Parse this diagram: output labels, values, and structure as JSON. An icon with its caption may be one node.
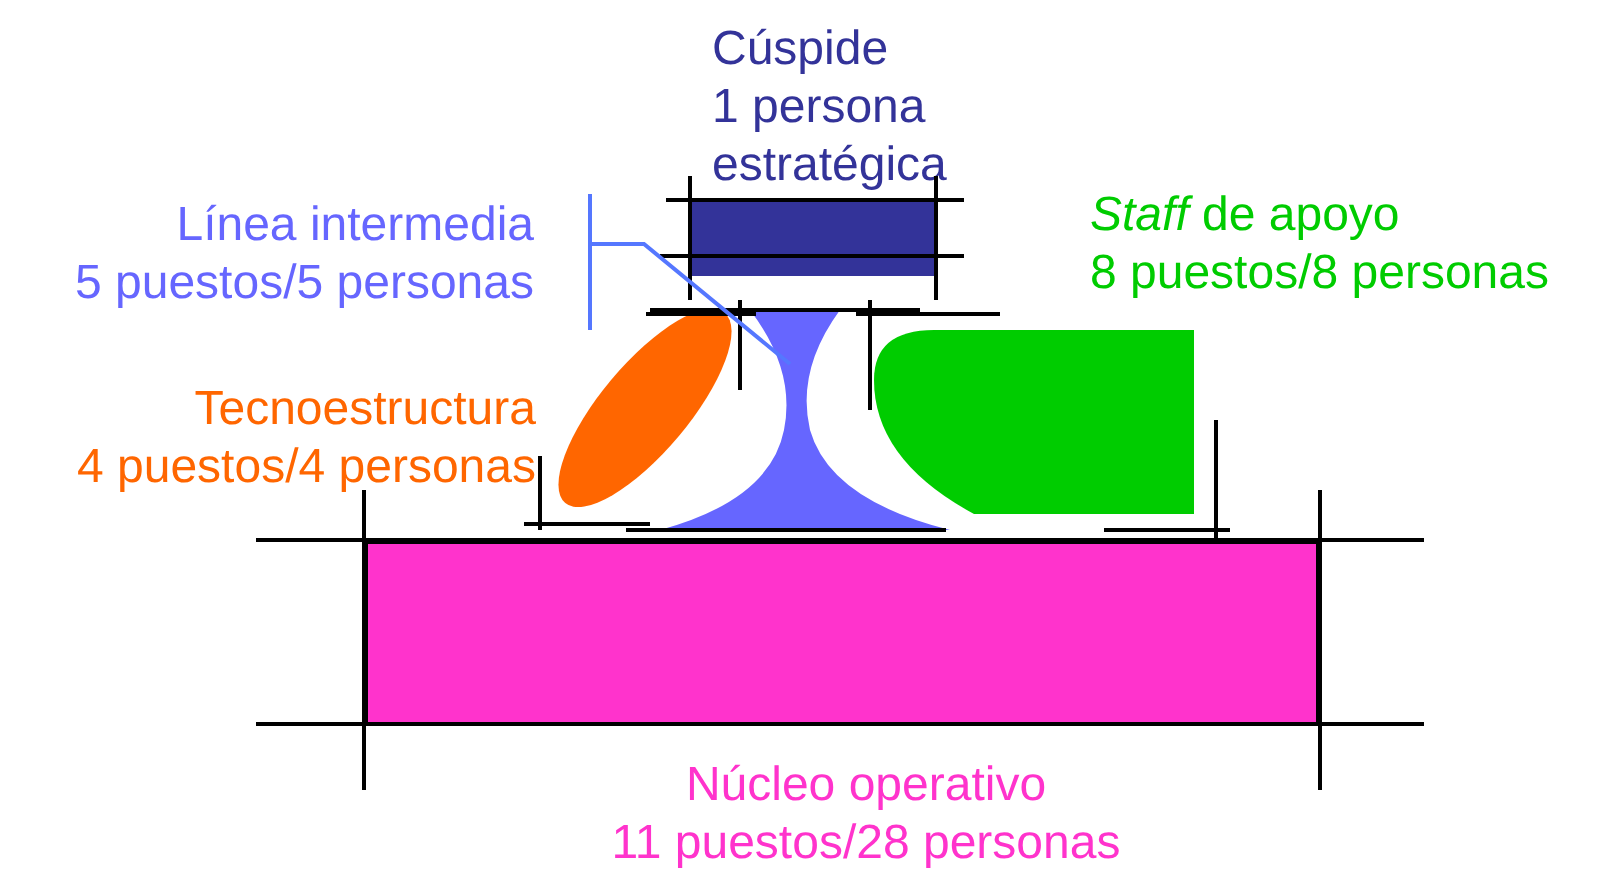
{
  "diagram": {
    "nodes": [
      {
        "text": [
          "Cúspide",
          "1 persona estratégica"
        ]
      },
      {
        "text": [
          "Línea intermedia",
          "5 puestos/5 personas"
        ]
      },
      {
        "text": [],
        "shape": "hourglass"
      },
      {
        "text": [
          "Tecnoestructura",
          "4 puestos/4 personas"
        ]
      },
      {
        "text": [
          "*Staff* de apoyo",
          "8 puestos/8 personas"
        ]
      },
      {
        "text": [
          "Núcleo operativo",
          "11 puestos/28 personas"
        ]
      }
    ],
    "edges": [
      {
        "from": 1,
        "to": 2,
        "arrow": "none"
      }
    ]
  }
}
